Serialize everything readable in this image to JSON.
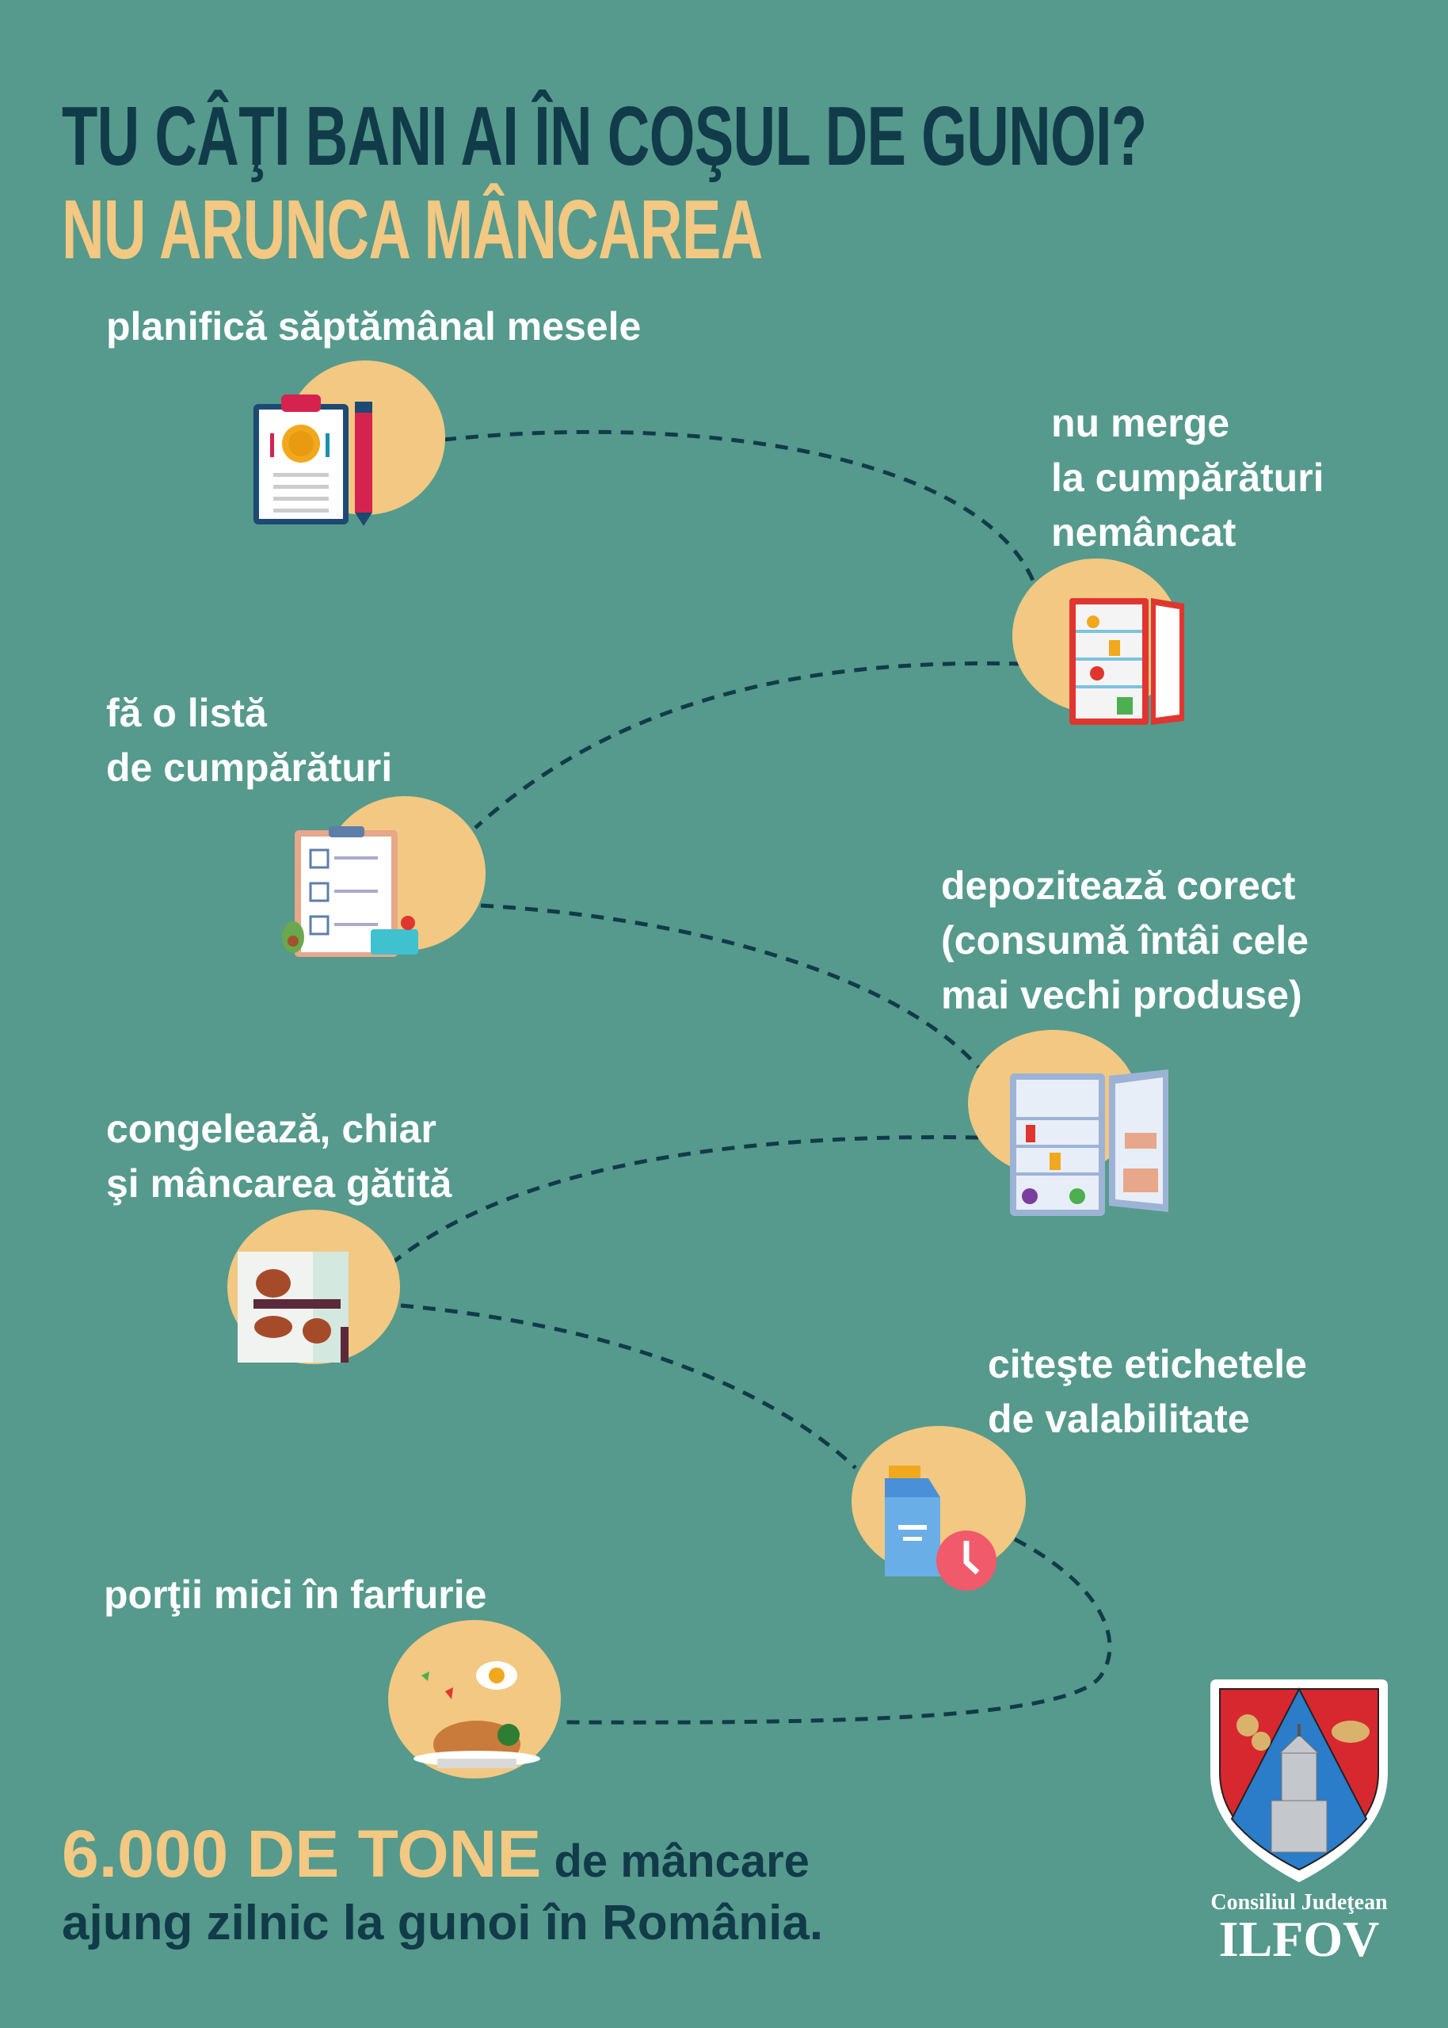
{
  "header": {
    "title": "TU CÂŢI BANI AI ÎN COŞUL DE GUNOI?",
    "subtitle": "NU ARUNCA MÂNCAREA"
  },
  "steps": [
    {
      "lines": [
        "planifică săptămânal mesele"
      ],
      "icon": "meal-plan-clipboard-icon"
    },
    {
      "lines": [
        "nu merge",
        "la cumpărături",
        "nemâncat"
      ],
      "icon": "open-fridge-icon"
    },
    {
      "lines": [
        "fă o listă",
        "de cumpărături"
      ],
      "icon": "shopping-list-icon"
    },
    {
      "lines": [
        "depozitează corect",
        "(consumă întâi cele",
        "mai vechi produse)"
      ],
      "icon": "stocked-fridge-icon"
    },
    {
      "lines": [
        "congelează, chiar",
        "şi mâncarea gătită"
      ],
      "icon": "freezer-food-icon"
    },
    {
      "lines": [
        "citeşte etichetele",
        "de valabilitate"
      ],
      "icon": "milk-carton-clock-icon"
    },
    {
      "lines": [
        "porţii mici în farfurie"
      ],
      "icon": "food-plate-icon"
    }
  ],
  "footer": {
    "highlight": "6.000 DE TONE",
    "line1_rest": " de mâncare",
    "line2": "ajung zilnic la gunoi în România."
  },
  "logo": {
    "line1": "Consiliul Judeţean",
    "line2": "ILFOV"
  },
  "colors": {
    "background": "#559a8c",
    "dark": "#123b4a",
    "accent": "#f2c882"
  }
}
